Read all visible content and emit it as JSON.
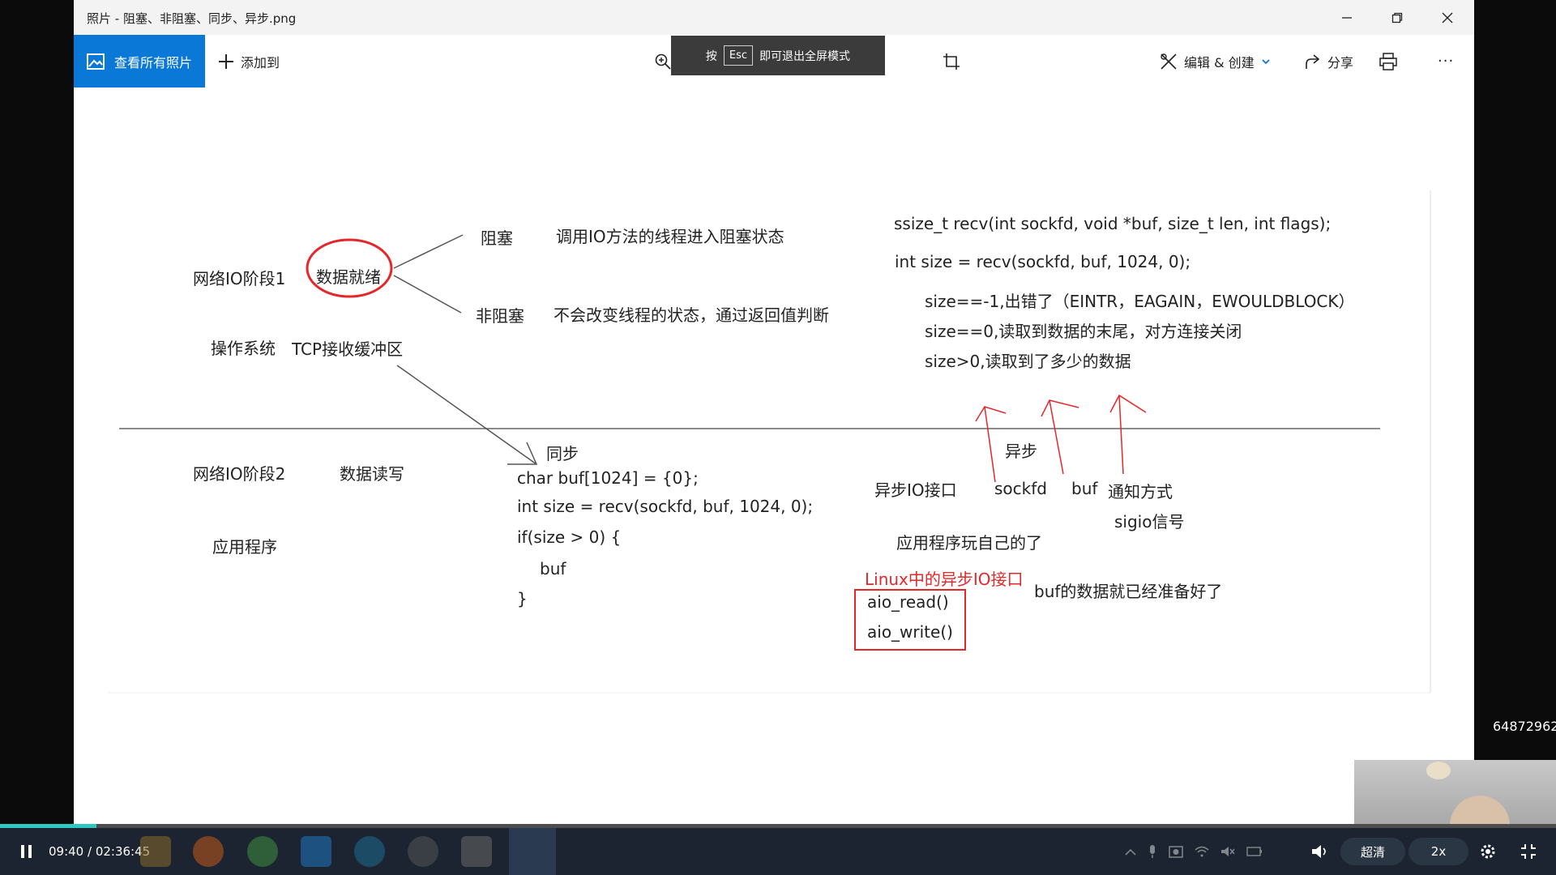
{
  "window": {
    "title": "照片 - 阻塞、非阻塞、同步、异步.png",
    "minimize_icon": "minimize-icon",
    "restore_icon": "restore-icon",
    "close_icon": "close-icon"
  },
  "toolbar": {
    "view_all_label": "查看所有照片",
    "add_to_label": "添加到",
    "edit_create_label": "编辑 & 创建",
    "share_label": "分享",
    "more_label": "···",
    "esc_banner": {
      "prefix": "按",
      "key": "Esc",
      "suffix": "即可退出全屏模式"
    }
  },
  "slide": {
    "stage1": "网络IO阶段1",
    "data_ready": "数据就绪",
    "os": "操作系统",
    "tcp_buffer": "TCP接收缓冲区",
    "blocking": "阻塞",
    "blocking_desc": "调用IO方法的线程进入阻塞状态",
    "nonblocking": "非阻塞",
    "nonblocking_desc": "不会改变线程的状态，通过返回值判断",
    "recv_sig": "ssize_t recv(int sockfd, void *buf, size_t len, int flags);",
    "recv_call": "int size = recv(sockfd, buf, 1024, 0);",
    "size_neg": "size==-1,出错了（EINTR，EAGAIN，EWOULDBLOCK）",
    "size_zero": "size==0,读取到数据的末尾，对方连接关闭",
    "size_pos": "size>0,读取到了多少的数据",
    "stage2": "网络IO阶段2",
    "data_rw": "数据读写",
    "app": "应用程序",
    "sync": "同步",
    "code_line1": "char buf[1024] = {0};",
    "code_line2": "int size = recv(sockfd, buf, 1024, 0);",
    "code_line3": "if(size > 0) {",
    "code_line4": "buf",
    "code_line5": "}",
    "async": "异步",
    "async_io_iface": "异步IO接口",
    "sockfd": "sockfd",
    "buf": "buf",
    "notify": "通知方式",
    "sigio": "sigio信号",
    "app_play": "应用程序玩自己的了",
    "linux_async_title": "Linux中的异步IO接口",
    "aio_read": "aio_read()",
    "aio_write": "aio_write()",
    "buf_ready": "buf的数据就已经准备好了",
    "accent_red": "#e5272a"
  },
  "side": {
    "number": "64872962"
  },
  "player": {
    "time": "09:40 / 02:36:45",
    "progress_fraction": 0.062,
    "quality": "超清",
    "speed": "2x",
    "progress_color": "#2ec8c0"
  }
}
